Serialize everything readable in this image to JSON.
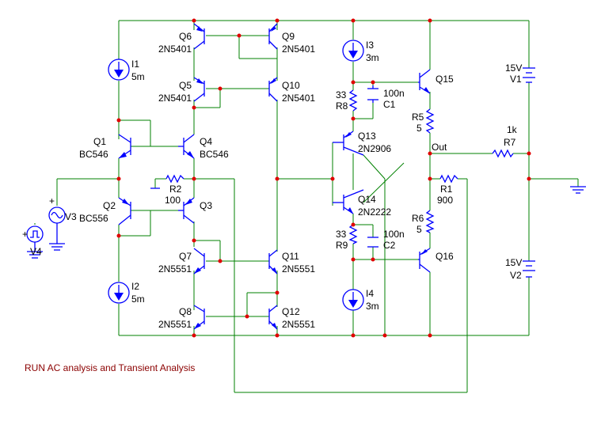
{
  "diagram": {
    "note": "RUN  AC analysis and Transient Analysis",
    "components": {
      "I1": {
        "name": "I1",
        "value": "5m"
      },
      "I2": {
        "name": "I2",
        "value": "5m"
      },
      "I3": {
        "name": "I3",
        "value": "3m"
      },
      "I4": {
        "name": "I4",
        "value": "3m"
      },
      "Q1": {
        "name": "Q1",
        "part": "BC546"
      },
      "Q2": {
        "name": "Q2",
        "part": "BC556"
      },
      "Q3": {
        "name": "Q3"
      },
      "Q4": {
        "name": "Q4",
        "part": "BC546"
      },
      "Q5": {
        "name": "Q5",
        "part": "2N5401"
      },
      "Q6": {
        "name": "Q6",
        "part": "2N5401"
      },
      "Q7": {
        "name": "Q7",
        "part": "2N5551"
      },
      "Q8": {
        "name": "Q8",
        "part": "2N5551"
      },
      "Q9": {
        "name": "Q9",
        "part": "2N5401"
      },
      "Q10": {
        "name": "Q10",
        "part": "2N5401"
      },
      "Q11": {
        "name": "Q11",
        "part": "2N5551"
      },
      "Q12": {
        "name": "Q12",
        "part": "2N5551"
      },
      "Q13": {
        "name": "Q13",
        "part": "2N2906"
      },
      "Q14": {
        "name": "Q14",
        "part": "2N2222"
      },
      "Q15": {
        "name": "Q15"
      },
      "Q16": {
        "name": "Q16"
      },
      "R1": {
        "name": "R1",
        "value": "900"
      },
      "R2": {
        "name": "R2",
        "value": "100"
      },
      "R5": {
        "name": "R5",
        "value": "5"
      },
      "R6": {
        "name": "R6",
        "value": "5"
      },
      "R7": {
        "name": "R7",
        "value": "1k"
      },
      "R8": {
        "name": "R8",
        "value": "33"
      },
      "R9": {
        "name": "R9",
        "value": "33"
      },
      "C1": {
        "name": "C1",
        "value": "100n"
      },
      "C2": {
        "name": "C2",
        "value": "100n"
      },
      "V1": {
        "name": "V1",
        "value": "15V"
      },
      "V2": {
        "name": "V2",
        "value": "15V"
      },
      "V3": {
        "name": "V3"
      },
      "V4": {
        "name": "V4"
      }
    },
    "nets": {
      "out": "Out"
    }
  },
  "colors": {
    "wire": "#008000",
    "component": "#0000ff",
    "junction": "#e00000",
    "note": "#8b0000"
  }
}
